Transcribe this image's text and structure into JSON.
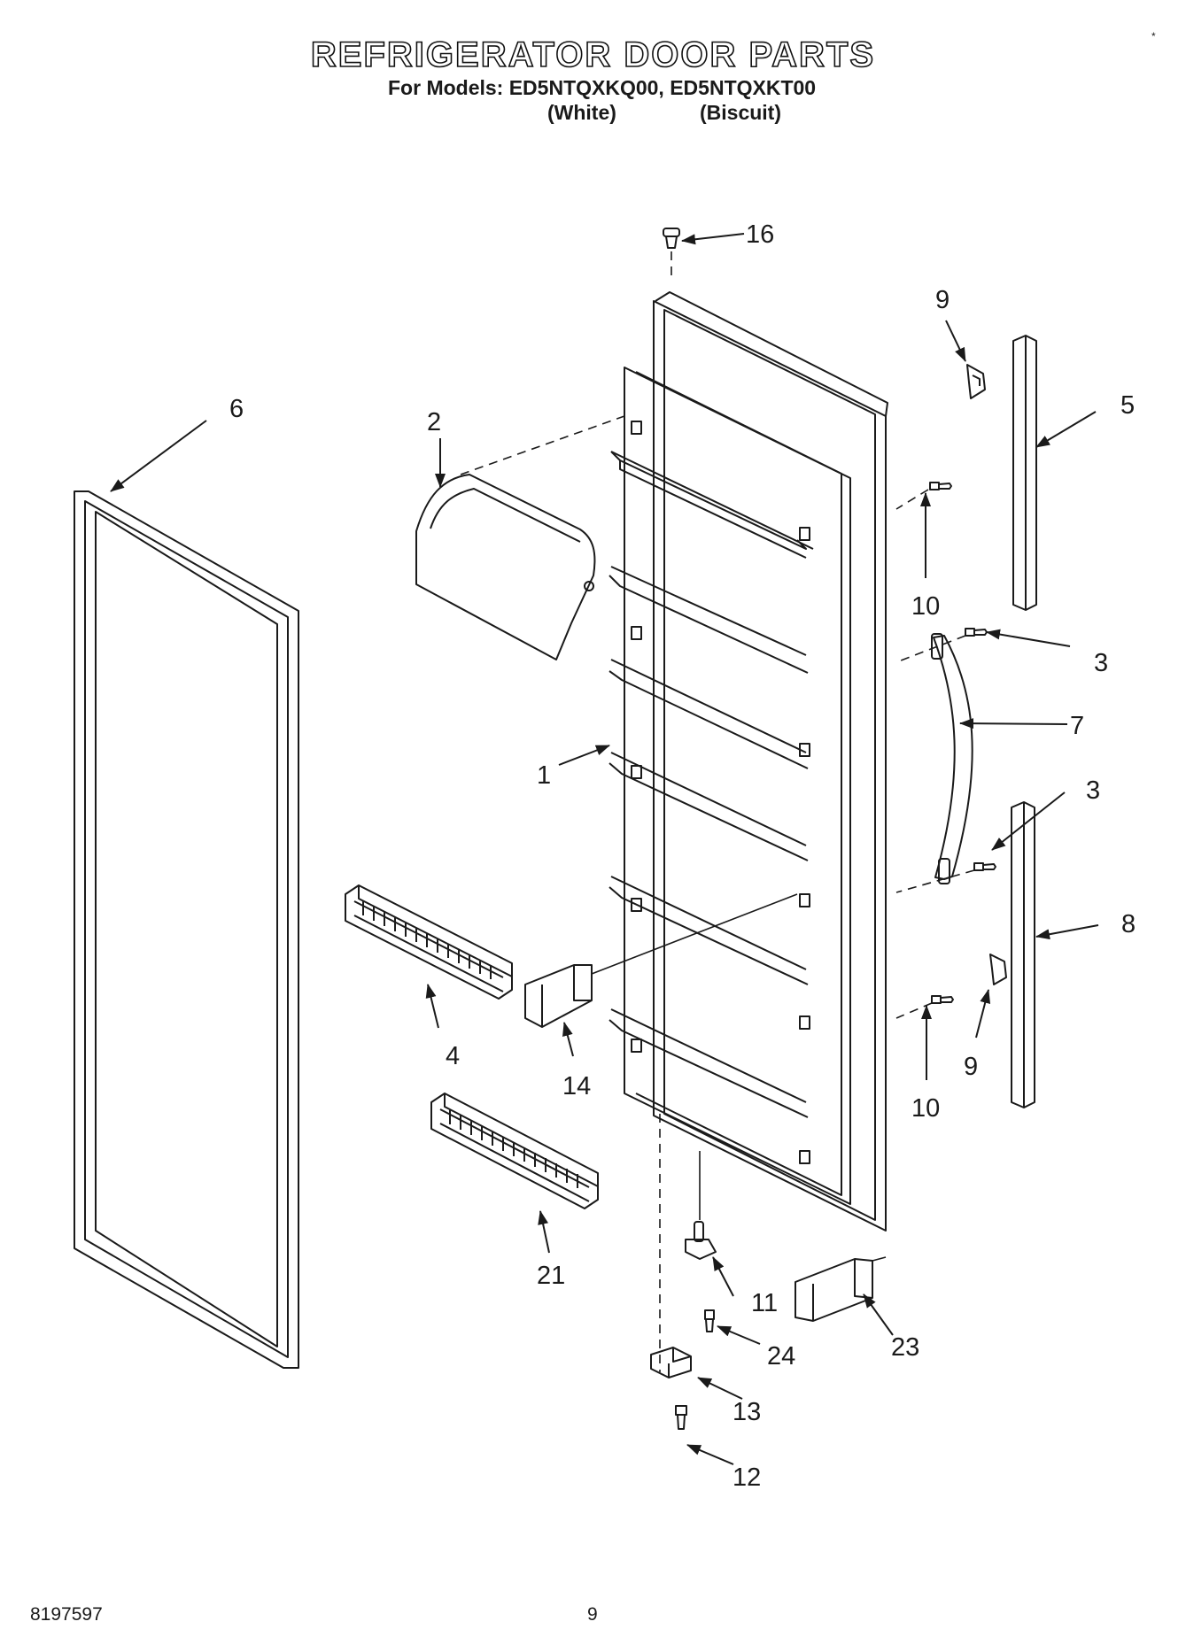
{
  "header": {
    "title": "REFRIGERATOR DOOR PARTS",
    "models_line": "For Models: ED5NTQXKQ00, ED5NTQXKT00",
    "variant_white": "(White)",
    "variant_biscuit": "(Biscuit)"
  },
  "footer": {
    "doc_number": "8197597",
    "page_number": "9"
  },
  "corner_mark": "*",
  "callouts": {
    "gasket": "6",
    "cover": "2",
    "inner_door": "1",
    "cap_top": "16",
    "clip_upper": "9",
    "trim_upper": "5",
    "screw_upper": "10",
    "screw_handle_top": "3",
    "handle": "7",
    "screw_handle_bottom": "3",
    "trim_lower": "8",
    "clip_lower": "9",
    "screw_lower": "10",
    "shelf_rail_upper": "4",
    "bin": "14",
    "shelf_rail_lower": "21",
    "hinge_pin": "11",
    "bin_bottom": "23",
    "screw_hinge": "24",
    "hinge_bracket": "13",
    "screw_bottom": "12"
  }
}
